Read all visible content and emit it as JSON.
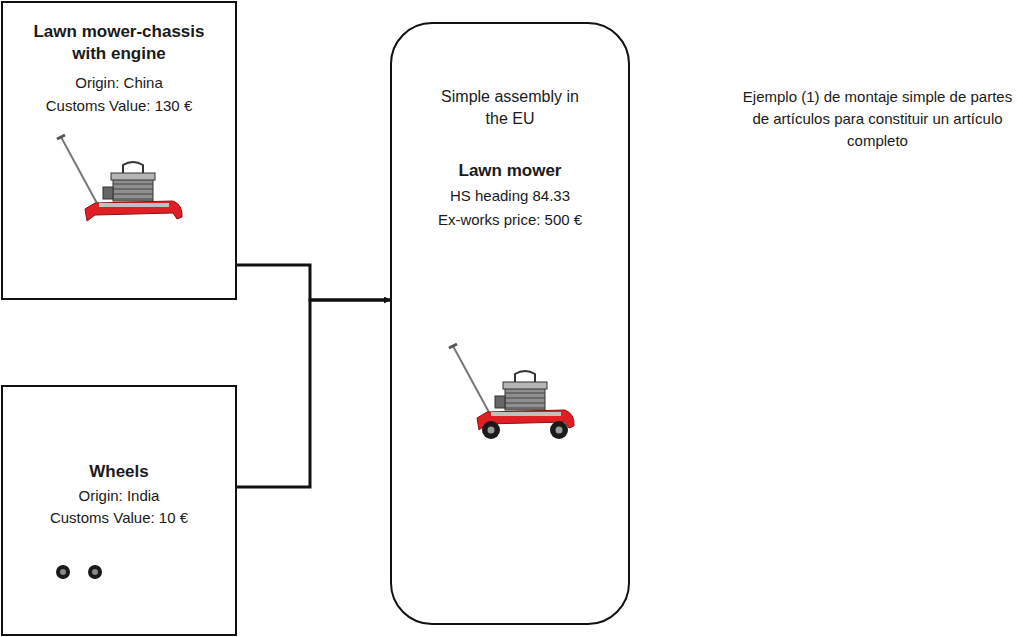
{
  "diagram": {
    "caption": "Ejemplo (1) de montaje simple de partes de artículos para constituir un artículo completo",
    "nodes": [
      {
        "text": [
          "Lawn mower-chassis with engine",
          "Origin: China",
          "Customs Value: 130 €"
        ]
      },
      {
        "text": [
          "Wheels",
          "Origin: India",
          "Customs Value: 10 €"
        ]
      },
      {
        "text": [
          "Simple assembly in the EU",
          "Lawn mower",
          "HS heading 84.33",
          "Ex-works price: 500 €"
        ]
      }
    ],
    "edges": [
      {
        "from": 0,
        "to": 2,
        "arrow": "to"
      },
      {
        "from": 1,
        "to": 2,
        "arrow": "to"
      }
    ]
  }
}
